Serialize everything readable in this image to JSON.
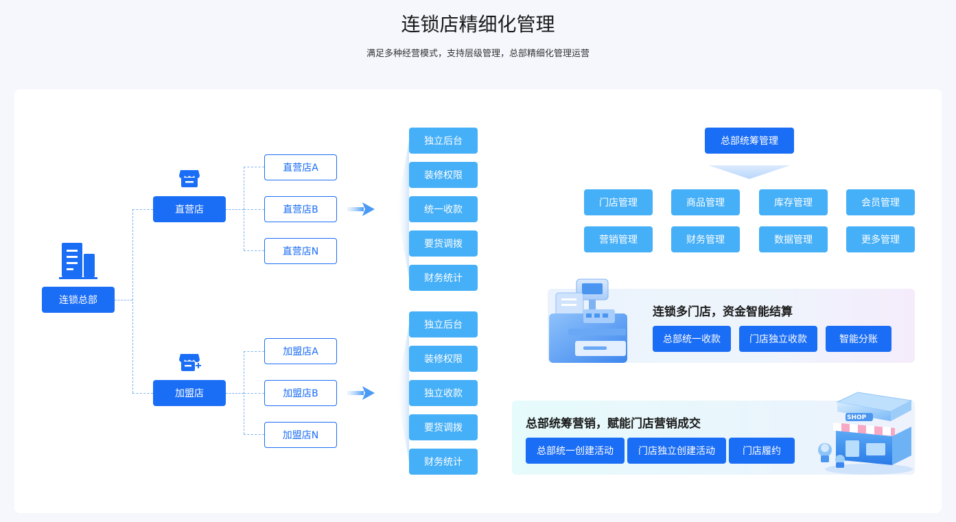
{
  "header": {
    "title": "连锁店精细化管理",
    "subtitle": "满足多种经营模式，支持层级管理，总部精细化管理运营"
  },
  "hq": {
    "label": "连锁总部",
    "icon": "building-icon"
  },
  "direct": {
    "label": "直营店",
    "icon": "store-icon",
    "stores": [
      "直营店A",
      "直营店B",
      "直营店N"
    ],
    "functions": [
      "独立后台",
      "装修权限",
      "统一收款",
      "要货调拨",
      "财务统计"
    ]
  },
  "franchise": {
    "label": "加盟店",
    "icon": "store-plus-icon",
    "stores": [
      "加盟店A",
      "加盟店B",
      "加盟店N"
    ],
    "functions": [
      "独立后台",
      "装修权限",
      "独立收款",
      "要货调拨",
      "财务统计"
    ]
  },
  "management": {
    "title": "总部统筹管理",
    "items": [
      "门店管理",
      "商品管理",
      "库存管理",
      "会员管理",
      "营销管理",
      "财务管理",
      "数据管理",
      "更多管理"
    ]
  },
  "settlement": {
    "title": "连锁多门店，资金智能结算",
    "buttons": [
      "总部统一收款",
      "门店独立收款",
      "智能分账"
    ],
    "illustration": "cash-register-illustration"
  },
  "marketing": {
    "title": "总部统筹营销，赋能门店营销成交",
    "buttons": [
      "总部统一创建活动",
      "门店独立创建活动",
      "门店履约"
    ],
    "illustration": "shop-illustration",
    "shop_sign": "SHOP"
  },
  "colors": {
    "primary": "#1a6df5",
    "light": "#45aff7",
    "background": "#f5f7fc"
  }
}
